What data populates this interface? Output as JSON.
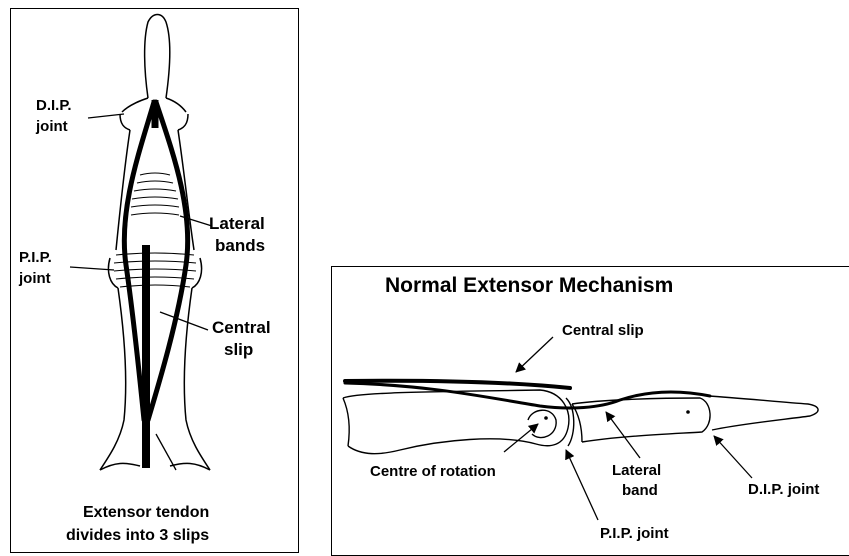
{
  "left_diagram": {
    "dip_joint": [
      "D.I.P.",
      "joint"
    ],
    "lateral_bands": [
      "Lateral",
      "bands"
    ],
    "pip_joint": [
      "P.I.P.",
      "joint"
    ],
    "central_slip": [
      "Central",
      "slip"
    ],
    "extensor_tendon": [
      "Extensor tendon",
      "divides into 3 slips"
    ]
  },
  "right_diagram": {
    "title": "Normal Extensor Mechanism",
    "central_slip": "Central slip",
    "centre_of_rotation": "Centre of rotation",
    "lateral_band": [
      "Lateral",
      "band"
    ],
    "dip_joint": "D.I.P. joint",
    "pip_joint": "P.I.P. joint"
  }
}
